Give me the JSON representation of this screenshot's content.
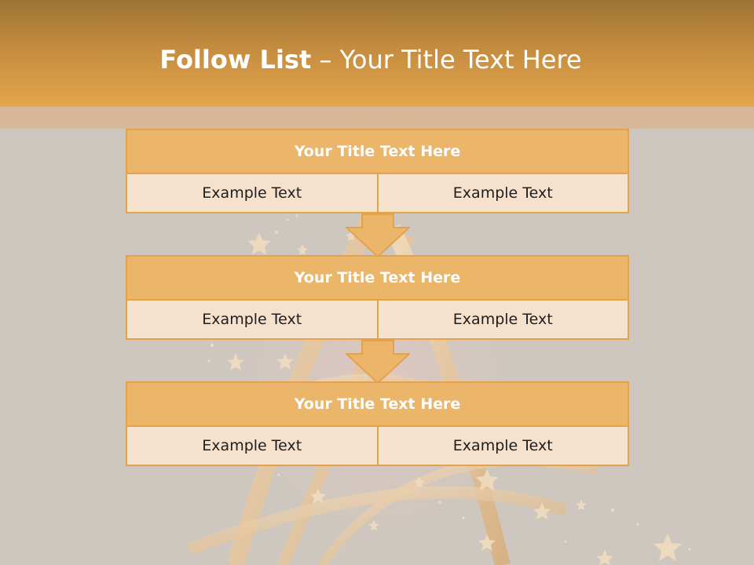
{
  "slide": {
    "title_bold": "Follow List",
    "title_rest": " – Your Title Text Here"
  },
  "blocks": [
    {
      "title": "Your Title Text Here",
      "left": "Example Text",
      "right": "Example Text"
    },
    {
      "title": "Your Title Text Here",
      "left": "Example Text",
      "right": "Example Text"
    },
    {
      "title": "Your Title Text Here",
      "left": "Example Text",
      "right": "Example Text"
    }
  ],
  "colors": {
    "header_top": "#9c7434",
    "header_bottom": "#e3a64c",
    "block_title_fill": "#ebb56a",
    "block_cell_fill": "#f5e1cc",
    "block_border": "#e4a24a",
    "background": "#cdc7bf"
  }
}
